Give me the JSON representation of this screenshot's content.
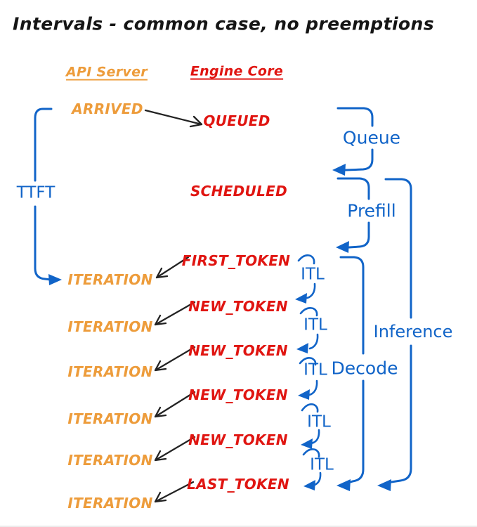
{
  "title": "Intervals - common case, no preemptions",
  "columns": {
    "api_server": "API Server",
    "engine_core": "Engine Core"
  },
  "api_events": {
    "arrived": "ARRIVED",
    "iteration": "ITERATION"
  },
  "engine_events": {
    "queued": "QUEUED",
    "scheduled": "SCHEDULED",
    "first_token": "FIRST_TOKEN",
    "new_token": "NEW_TOKEN",
    "last_token": "LAST_TOKEN"
  },
  "intervals": {
    "ttft": "TTFT",
    "queue": "Queue",
    "prefill": "Prefill",
    "itl": "ITL",
    "decode": "Decode",
    "inference": "Inference"
  },
  "colors": {
    "api_server_text": "#ED9C3B",
    "engine_core_text": "#E01511",
    "interval_blue": "#1164C8",
    "connector_black": "#222222",
    "background": "#FFFFFF"
  }
}
